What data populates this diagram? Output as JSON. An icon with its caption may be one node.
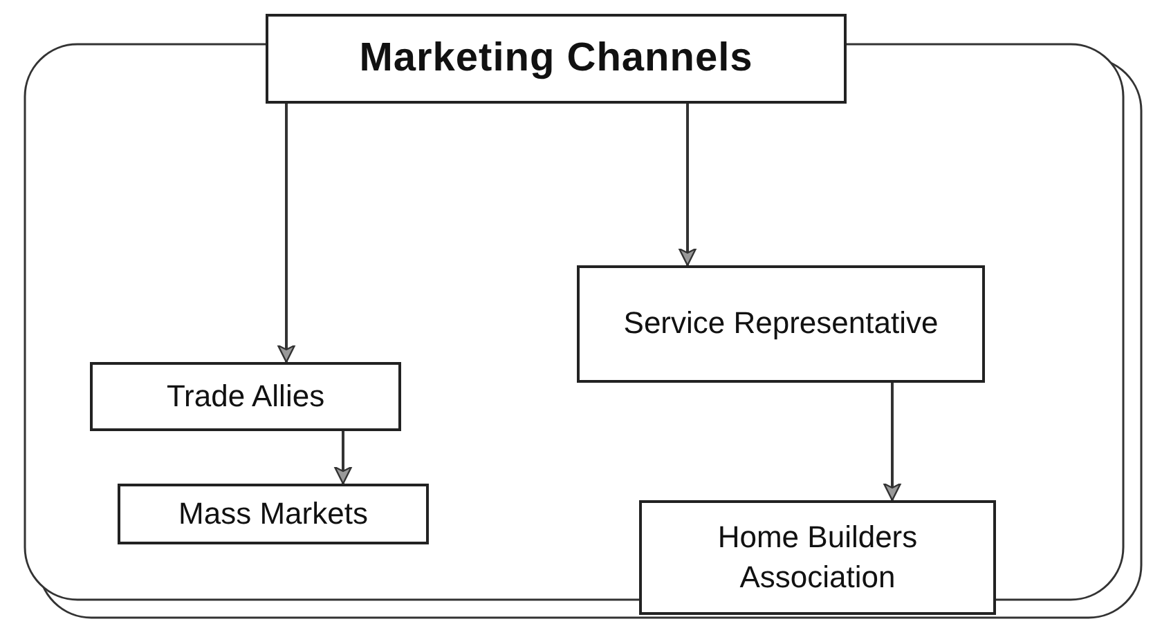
{
  "diagram": {
    "nodes": [
      {
        "text": [
          "Marketing Channels"
        ]
      },
      {
        "text": [
          "Trade Allies"
        ]
      },
      {
        "text": [
          "Mass Markets"
        ]
      },
      {
        "text": [
          "Service Representative"
        ]
      },
      {
        "text": [
          "Home Builders Association"
        ]
      }
    ],
    "edges": [
      {
        "from": 0,
        "to": 1,
        "arrow": "to"
      },
      {
        "from": 0,
        "to": 3,
        "arrow": "to"
      },
      {
        "from": 1,
        "to": 2,
        "arrow": "to"
      },
      {
        "from": 3,
        "to": 4,
        "arrow": "to"
      }
    ]
  }
}
